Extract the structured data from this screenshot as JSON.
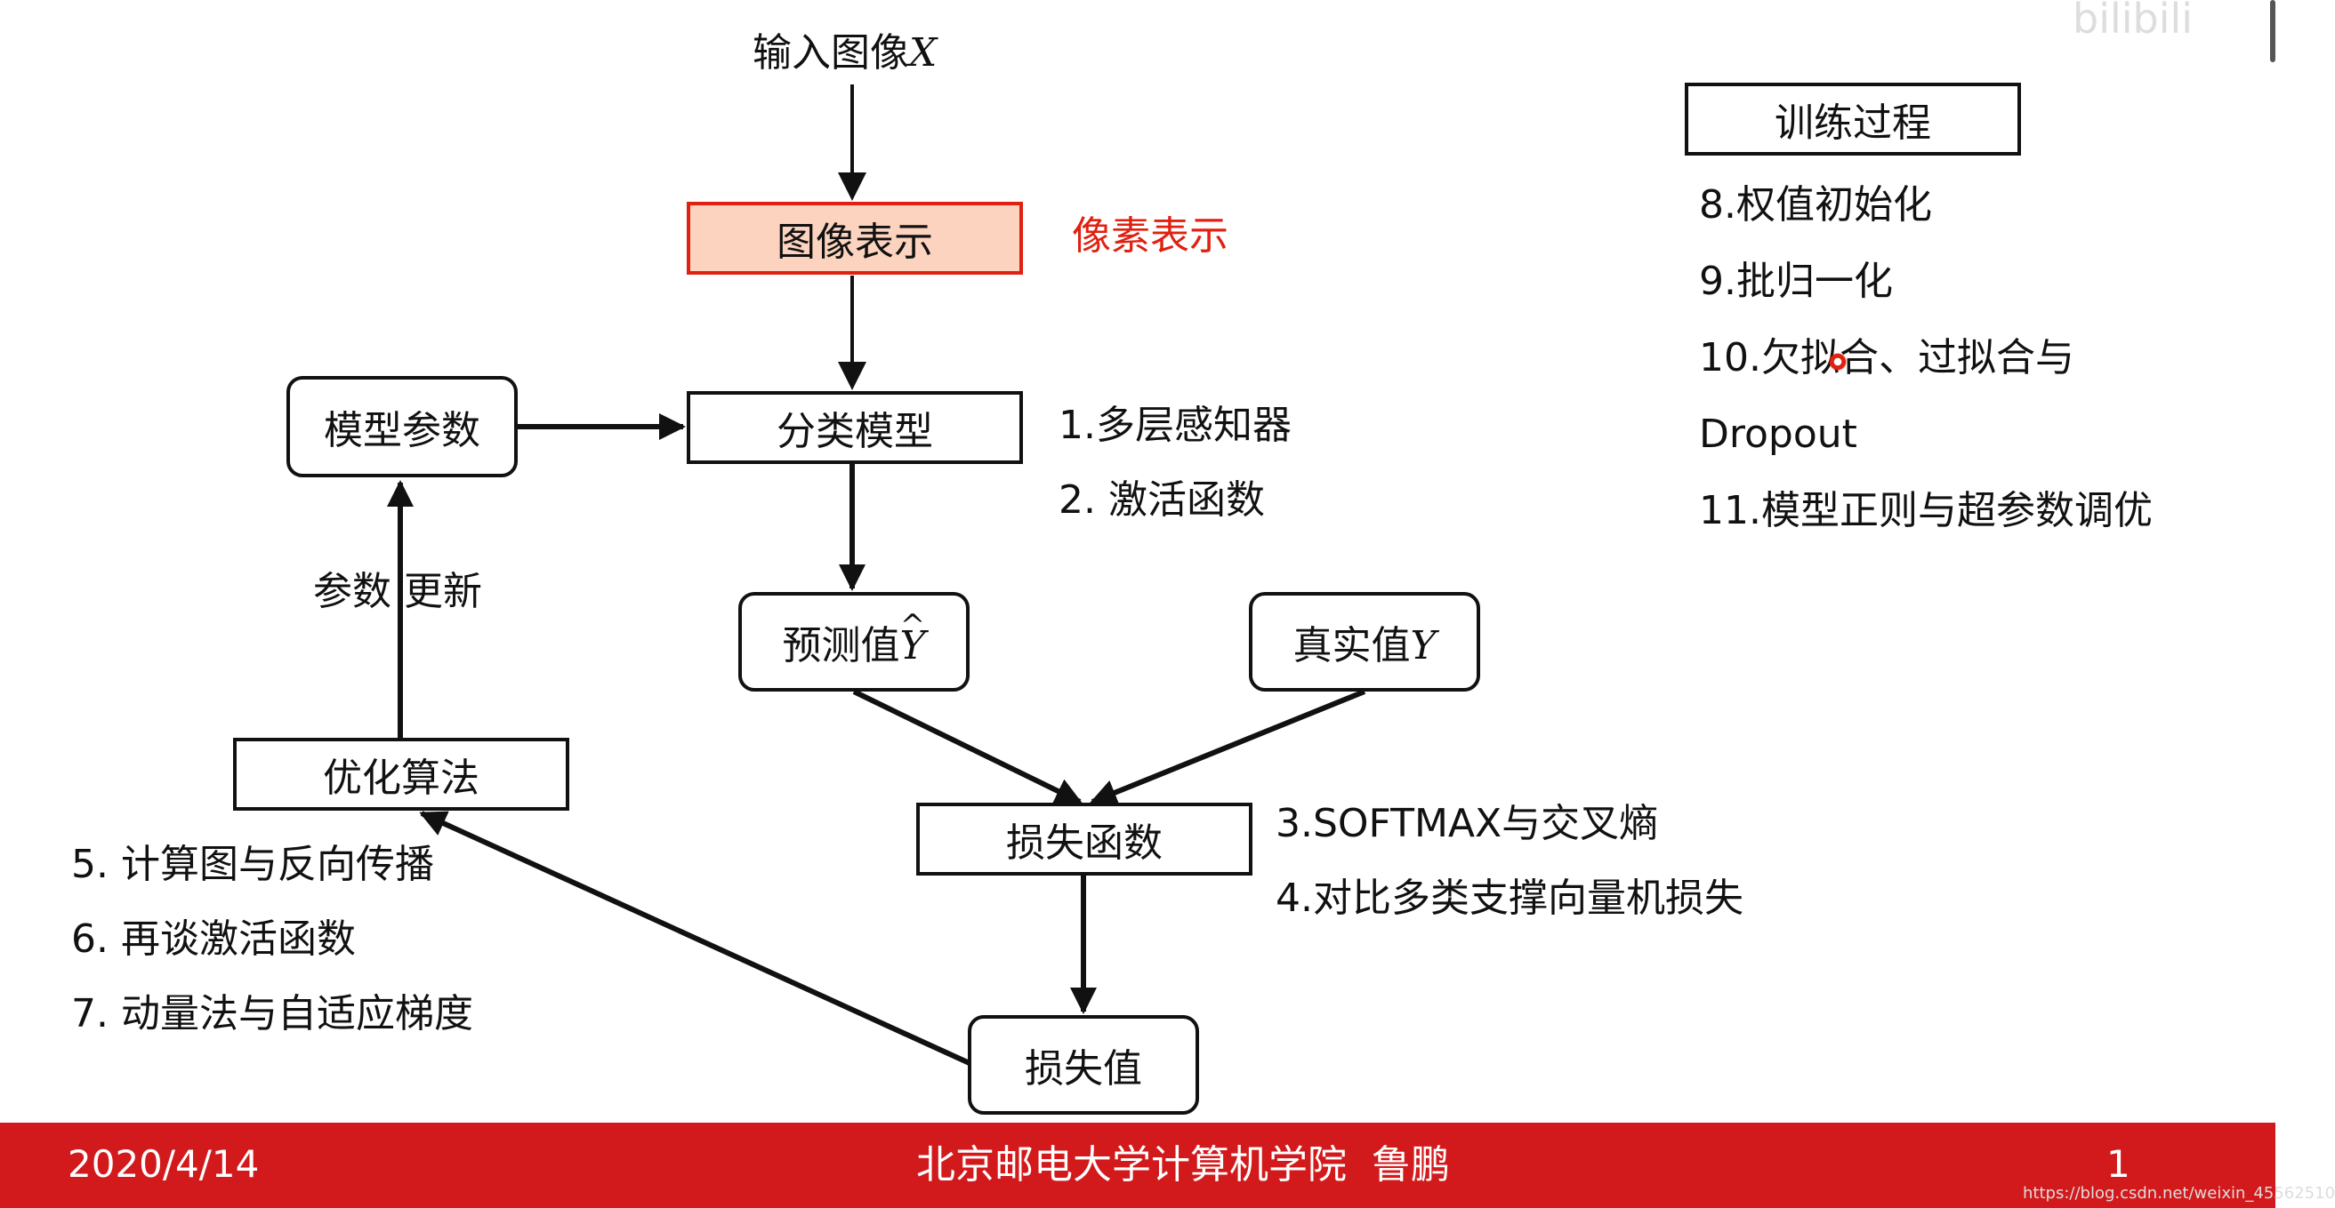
{
  "diagram": {
    "input": {
      "text": "输入图像",
      "var": "X"
    },
    "image_repr": "图像表示",
    "pixel_repr": "像素表示",
    "classifier": "分类模型",
    "model_params": "模型参数",
    "param_update": "参数 更新",
    "prediction": {
      "text": "预测值",
      "var": "Y",
      "hat": "^"
    },
    "ground_truth": {
      "text": "真实值",
      "var": "Y"
    },
    "loss_function": "损失函数",
    "loss_value": "损失值",
    "optimizer": "优化算法",
    "notes_classifier": [
      "1.多层感知器",
      "2. 激活函数"
    ],
    "notes_loss": [
      "3.SOFTMAX与交叉熵",
      "4.对比多类支撑向量机损失"
    ],
    "notes_optimizer": [
      "5. 计算图与反向传播",
      "6. 再谈激活函数",
      "7. 动量法与自适应梯度"
    ],
    "training": {
      "title": "训练过程",
      "items": [
        "8.权值初始化",
        "9.批归一化",
        "10.欠拟合、过拟合与",
        "Dropout",
        "11.模型正则与超参数调优"
      ]
    }
  },
  "footer": {
    "date": "2020/4/14",
    "center": "北京邮电大学计算机学院  鲁鹏",
    "page": "1",
    "url": "https://blog.csdn.net/weixin_45562510"
  },
  "watermark": "bilibili",
  "colors": {
    "footer_bg": "#d21a1c",
    "accent_red": "#e02010",
    "highlight_fill": "#fcd3bf"
  }
}
